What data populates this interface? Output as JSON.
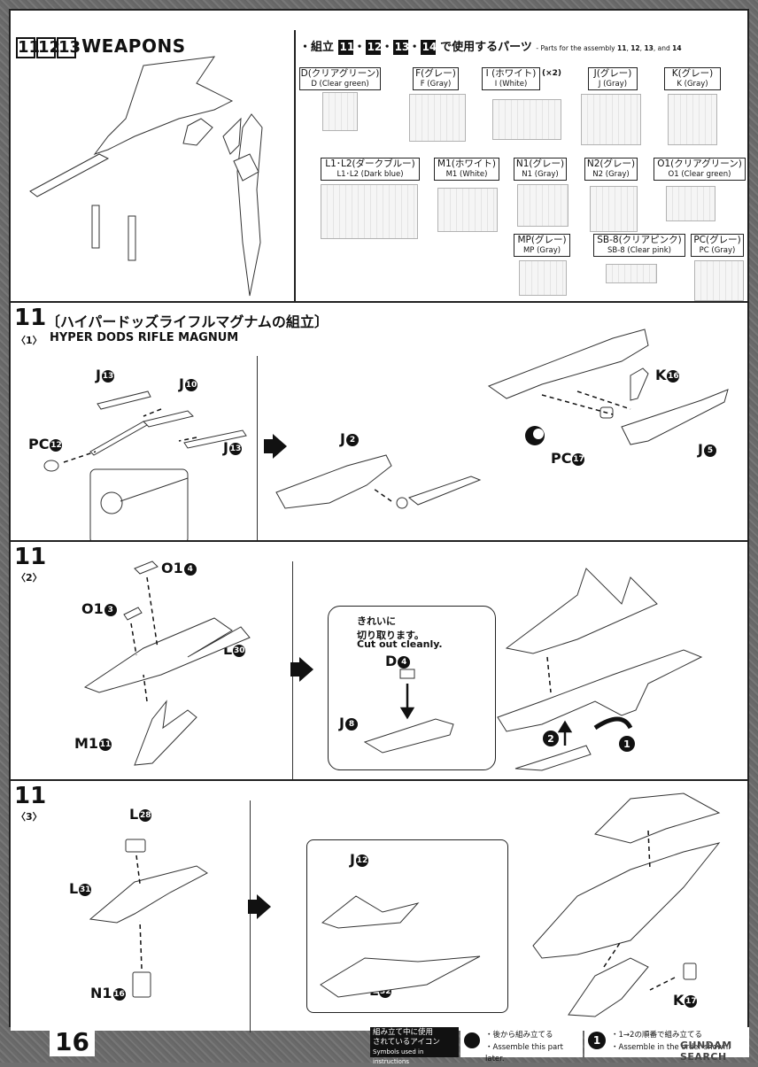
{
  "weapons": {
    "steps": [
      "11",
      "12",
      "13"
    ],
    "title": "WEAPONS"
  },
  "parts": {
    "heading_jp": "・組立",
    "heading_nums": [
      "11",
      "12",
      "13",
      "14"
    ],
    "heading_tail_jp": "で使用するパーツ",
    "heading_en_prefix": "- Parts for the assembly",
    "heading_en_nums": [
      "11",
      "12",
      "13"
    ],
    "heading_en_and": ", and",
    "heading_en_last": "14",
    "multiplier": "(×2)",
    "row1": [
      {
        "jp": "D(クリアグリーン)",
        "en": "D (Clear green)"
      },
      {
        "jp": "F(グレー)",
        "en": "F (Gray)"
      },
      {
        "jp": "I (ホワイト)",
        "en": "I (White)"
      },
      {
        "jp": "J(グレー)",
        "en": "J (Gray)"
      },
      {
        "jp": "K(グレー)",
        "en": "K (Gray)"
      }
    ],
    "row2": [
      {
        "jp": "L1･L2(ダークブルー)",
        "en": "L1･L2 (Dark blue)"
      },
      {
        "jp": "M1(ホワイト)",
        "en": "M1 (White)"
      },
      {
        "jp": "N1(グレー)",
        "en": "N1 (Gray)"
      },
      {
        "jp": "N2(グレー)",
        "en": "N2 (Gray)"
      },
      {
        "jp": "O1(クリアグリーン)",
        "en": "O1 (Clear green)"
      }
    ],
    "row3": [
      {
        "jp": "MP(グレー)",
        "en": "MP (Gray)"
      },
      {
        "jp": "SB-8(クリアピンク)",
        "en": "SB-8 (Clear pink)"
      },
      {
        "jp": "PC(グレー)",
        "en": "PC (Gray)"
      }
    ]
  },
  "step1": {
    "num": "11",
    "title_jp": "〔ハイパードッズライフルマグナムの組立〕",
    "sub": "〈1〉",
    "title_en": "HYPER DODS RIFLE MAGNUM",
    "labels": {
      "j13a": "J",
      "j13a_n": "13",
      "j10": "J",
      "j10_n": "10",
      "j13b": "J",
      "j13b_n": "13",
      "pc12": "PC",
      "pc12_n": "12",
      "j2": "J",
      "j2_n": "2",
      "k16": "K",
      "k16_n": "16",
      "pc17": "PC",
      "pc17_n": "17",
      "j5": "J",
      "j5_n": "5"
    }
  },
  "step2": {
    "num": "11",
    "sub": "〈2〉",
    "labels": {
      "o1_4": "O1",
      "o1_4_n": "4",
      "o1_3": "O1",
      "o1_3_n": "3",
      "l30": "L",
      "l30_n": "30",
      "m1_11": "M1",
      "m1_11_n": "11",
      "d4": "D",
      "d4_n": "4",
      "j8": "J",
      "j8_n": "8"
    },
    "note_jp1": "きれいに",
    "note_jp2": "切り取ります。",
    "note_en": "Cut out cleanly.",
    "order": [
      "2",
      "1"
    ]
  },
  "step3": {
    "num": "11",
    "sub": "〈3〉",
    "labels": {
      "l28": "L",
      "l28_n": "28",
      "l31": "L",
      "l31_n": "31",
      "n1_16": "N1",
      "n1_16_n": "16",
      "j12": "J",
      "j12_n": "12",
      "l32": "L",
      "l32_n": "32",
      "k17": "K",
      "k17_n": "17"
    }
  },
  "footer": {
    "page": "16",
    "icons_jp1": "組み立て中に使用",
    "icons_jp2": "されているアイコン",
    "icons_en": "Symbols used in instructions",
    "later_jp": "・後から組み立てる",
    "later_en": "・Assemble this part later.",
    "order_num": "1",
    "order_jp": "・1→2の順番で組み立てる",
    "order_en": "・Assemble in the order shown.",
    "watermark": "GUNDAM SEARCH"
  }
}
